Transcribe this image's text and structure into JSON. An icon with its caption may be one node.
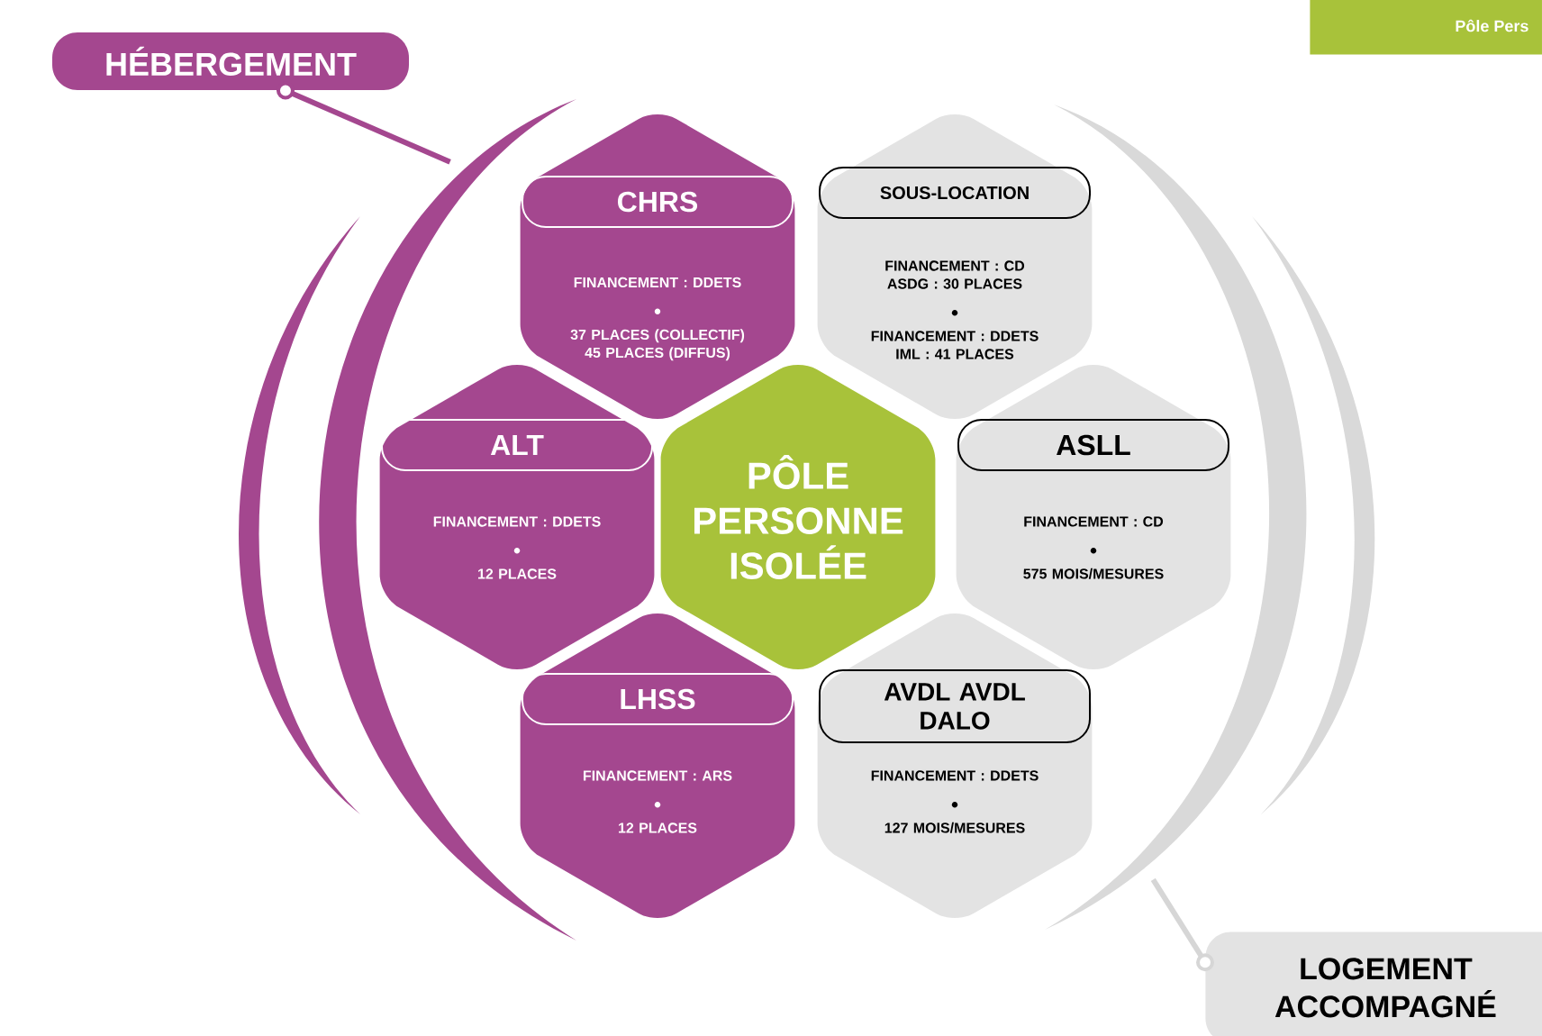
{
  "diagram": {
    "nodes": [
      {
        "text": [
          "HÉBERGEMENT"
        ]
      },
      {
        "text": [
          "Pôle Pers"
        ]
      },
      {
        "text": [
          "FINANCEMENT : DDETS",
          "37 PLACES (COLLECTIF) 45 PLACES (DIFFUS)"
        ]
      },
      {
        "text": [
          "CHRS"
        ],
        "in": 2
      },
      {
        "text": [
          "FINANCEMENT : CD ASDG : 30 PLACES",
          "FINANCEMENT : DDETS IML : 41 PLACES"
        ]
      },
      {
        "text": [
          "SOUS-LOCATION"
        ],
        "in": 4
      },
      {
        "text": [
          "FINANCEMENT : DDETS",
          "12 PLACES"
        ]
      },
      {
        "text": [
          "ALT"
        ],
        "in": 6
      },
      {
        "text": [
          "PÔLE PERSONNE ISOLÉE"
        ]
      },
      {
        "text": [
          "FINANCEMENT : CD",
          "575 MOIS/MESURES"
        ]
      },
      {
        "text": [
          "ASLL"
        ],
        "in": 9
      },
      {
        "text": [
          "FINANCEMENT : ARS",
          "12 PLACES"
        ]
      },
      {
        "text": [
          "LHSS"
        ],
        "in": 11
      },
      {
        "text": [
          "FINANCEMENT : DDETS",
          "127 MOIS/MESURES"
        ]
      },
      {
        "text": [
          "AVDL AVDL DALO"
        ],
        "in": 13
      },
      {
        "text": [
          "LOGEMENT ACCOMPAGNÉ"
        ]
      },
      {
        "text": [],
        "shape": "arc"
      },
      {
        "text": [],
        "shape": "arc"
      },
      {
        "text": [],
        "shape": "arc"
      },
      {
        "text": [],
        "shape": "arc"
      }
    ],
    "edges": [
      {
        "from": 0,
        "to": 17,
        "arrow": "other",
        "color": "#a4478f"
      },
      {
        "from": 15,
        "to": 18,
        "arrow": "other",
        "color": "#d6d6d6"
      }
    ]
  }
}
